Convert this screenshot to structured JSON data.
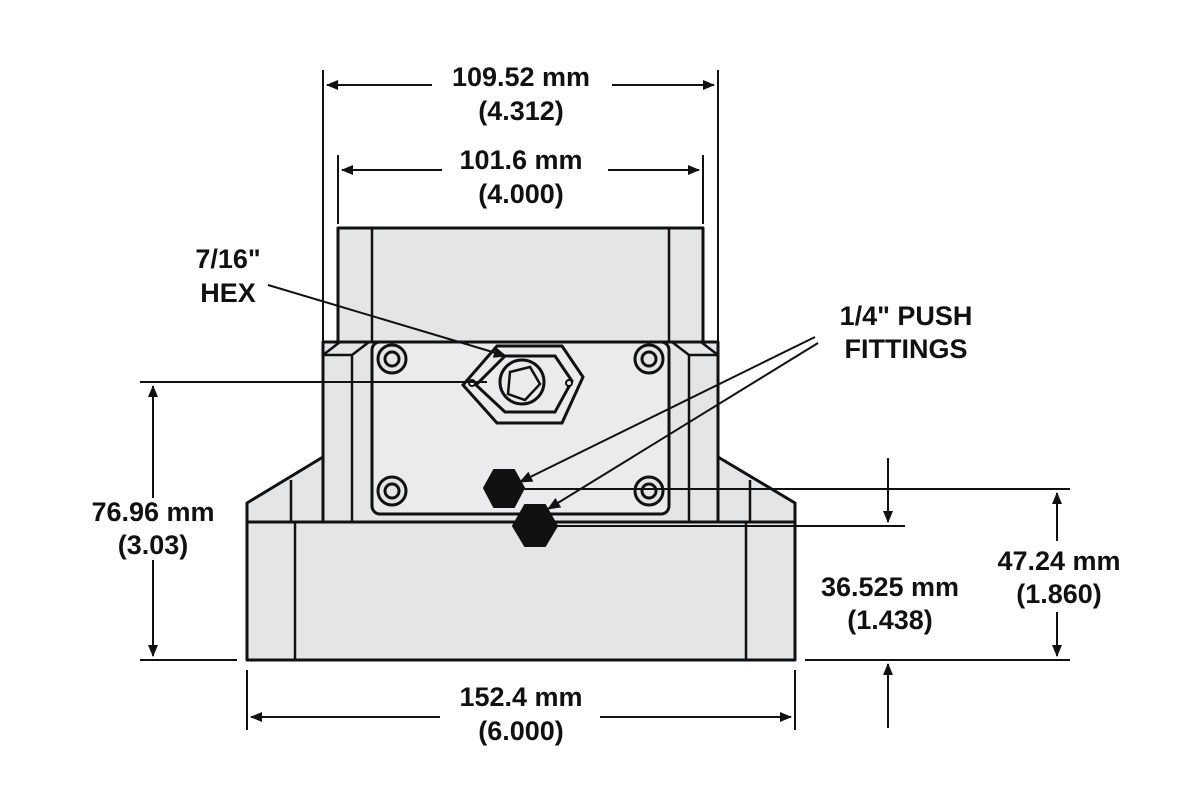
{
  "colors": {
    "line": "#111111",
    "body_fill": "#e4e5e7",
    "face_fill": "#ebebed",
    "fitting_fill": "#111111",
    "background": "#ffffff"
  },
  "dimensions": {
    "top_outer": {
      "mm": "109.52 mm",
      "in": "(4.312)"
    },
    "top_inner": {
      "mm": "101.6 mm",
      "in": "(4.000)"
    },
    "overall_height": {
      "mm": "76.96 mm",
      "in": "(3.03)"
    },
    "base_width": {
      "mm": "152.4 mm",
      "in": "(6.000)"
    },
    "lower_fitting_height": {
      "mm": "36.525 mm",
      "in": "(1.438)"
    },
    "upper_fitting_height": {
      "mm": "47.24 mm",
      "in": "(1.860)"
    }
  },
  "callouts": {
    "hex": {
      "line1": "7/16\"",
      "line2": "HEX"
    },
    "fittings": {
      "line1": "1/4\" PUSH",
      "line2": "FITTINGS"
    }
  },
  "icons": {
    "screw": "socket-head-screw-icon",
    "hex_port": "hex-drive-icon",
    "fitting": "push-fitting-icon"
  }
}
